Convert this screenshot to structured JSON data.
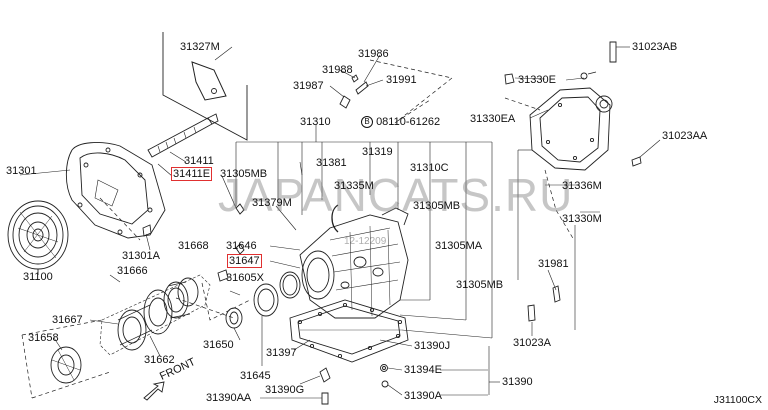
{
  "diagram": {
    "footer_code": "J31100CX",
    "front_label": "FRONT",
    "watermark": "JAPANCATS.RU",
    "highlight_color": "#e03030",
    "labels": {
      "p31327M": "31327M",
      "p31986": "31986",
      "p31988": "31988",
      "p31991": "31991",
      "p31987": "31987",
      "p31023AB": "31023AB",
      "p31330E": "31330E",
      "p31330EA": "31330EA",
      "p31023AA": "31023AA",
      "p31310": "31310",
      "bolt_ref": "08110-61262",
      "p31319": "31319",
      "p31310C": "31310C",
      "p31411": "31411",
      "p31411E": "31411E",
      "p31305MB_1": "31305MB",
      "p31381": "31381",
      "p31301": "31301",
      "p31335M": "31335M",
      "p31336M": "31336M",
      "p31379M": "31379M",
      "p31305MB_2": "31305MB",
      "p31330M": "31330M",
      "p31301A": "31301A",
      "p31668": "31668",
      "p31646": "31646",
      "p31305MA": "31305MA",
      "p31100": "31100",
      "p31666": "31666",
      "p31647": "31647",
      "p31981": "31981",
      "p31605X": "31605X",
      "p31305MB_3": "31305MB",
      "p31667": "31667",
      "p31658": "31658",
      "p31650": "31650",
      "p31023A": "31023A",
      "p31390J": "31390J",
      "p31397": "31397",
      "p31662": "31662",
      "p31394E": "31394E",
      "p31390": "31390",
      "p31645": "31645",
      "p31390G": "31390G",
      "p31390AA": "31390AA",
      "p31390A": "31390A",
      "watermark_num": "12-12209"
    }
  }
}
